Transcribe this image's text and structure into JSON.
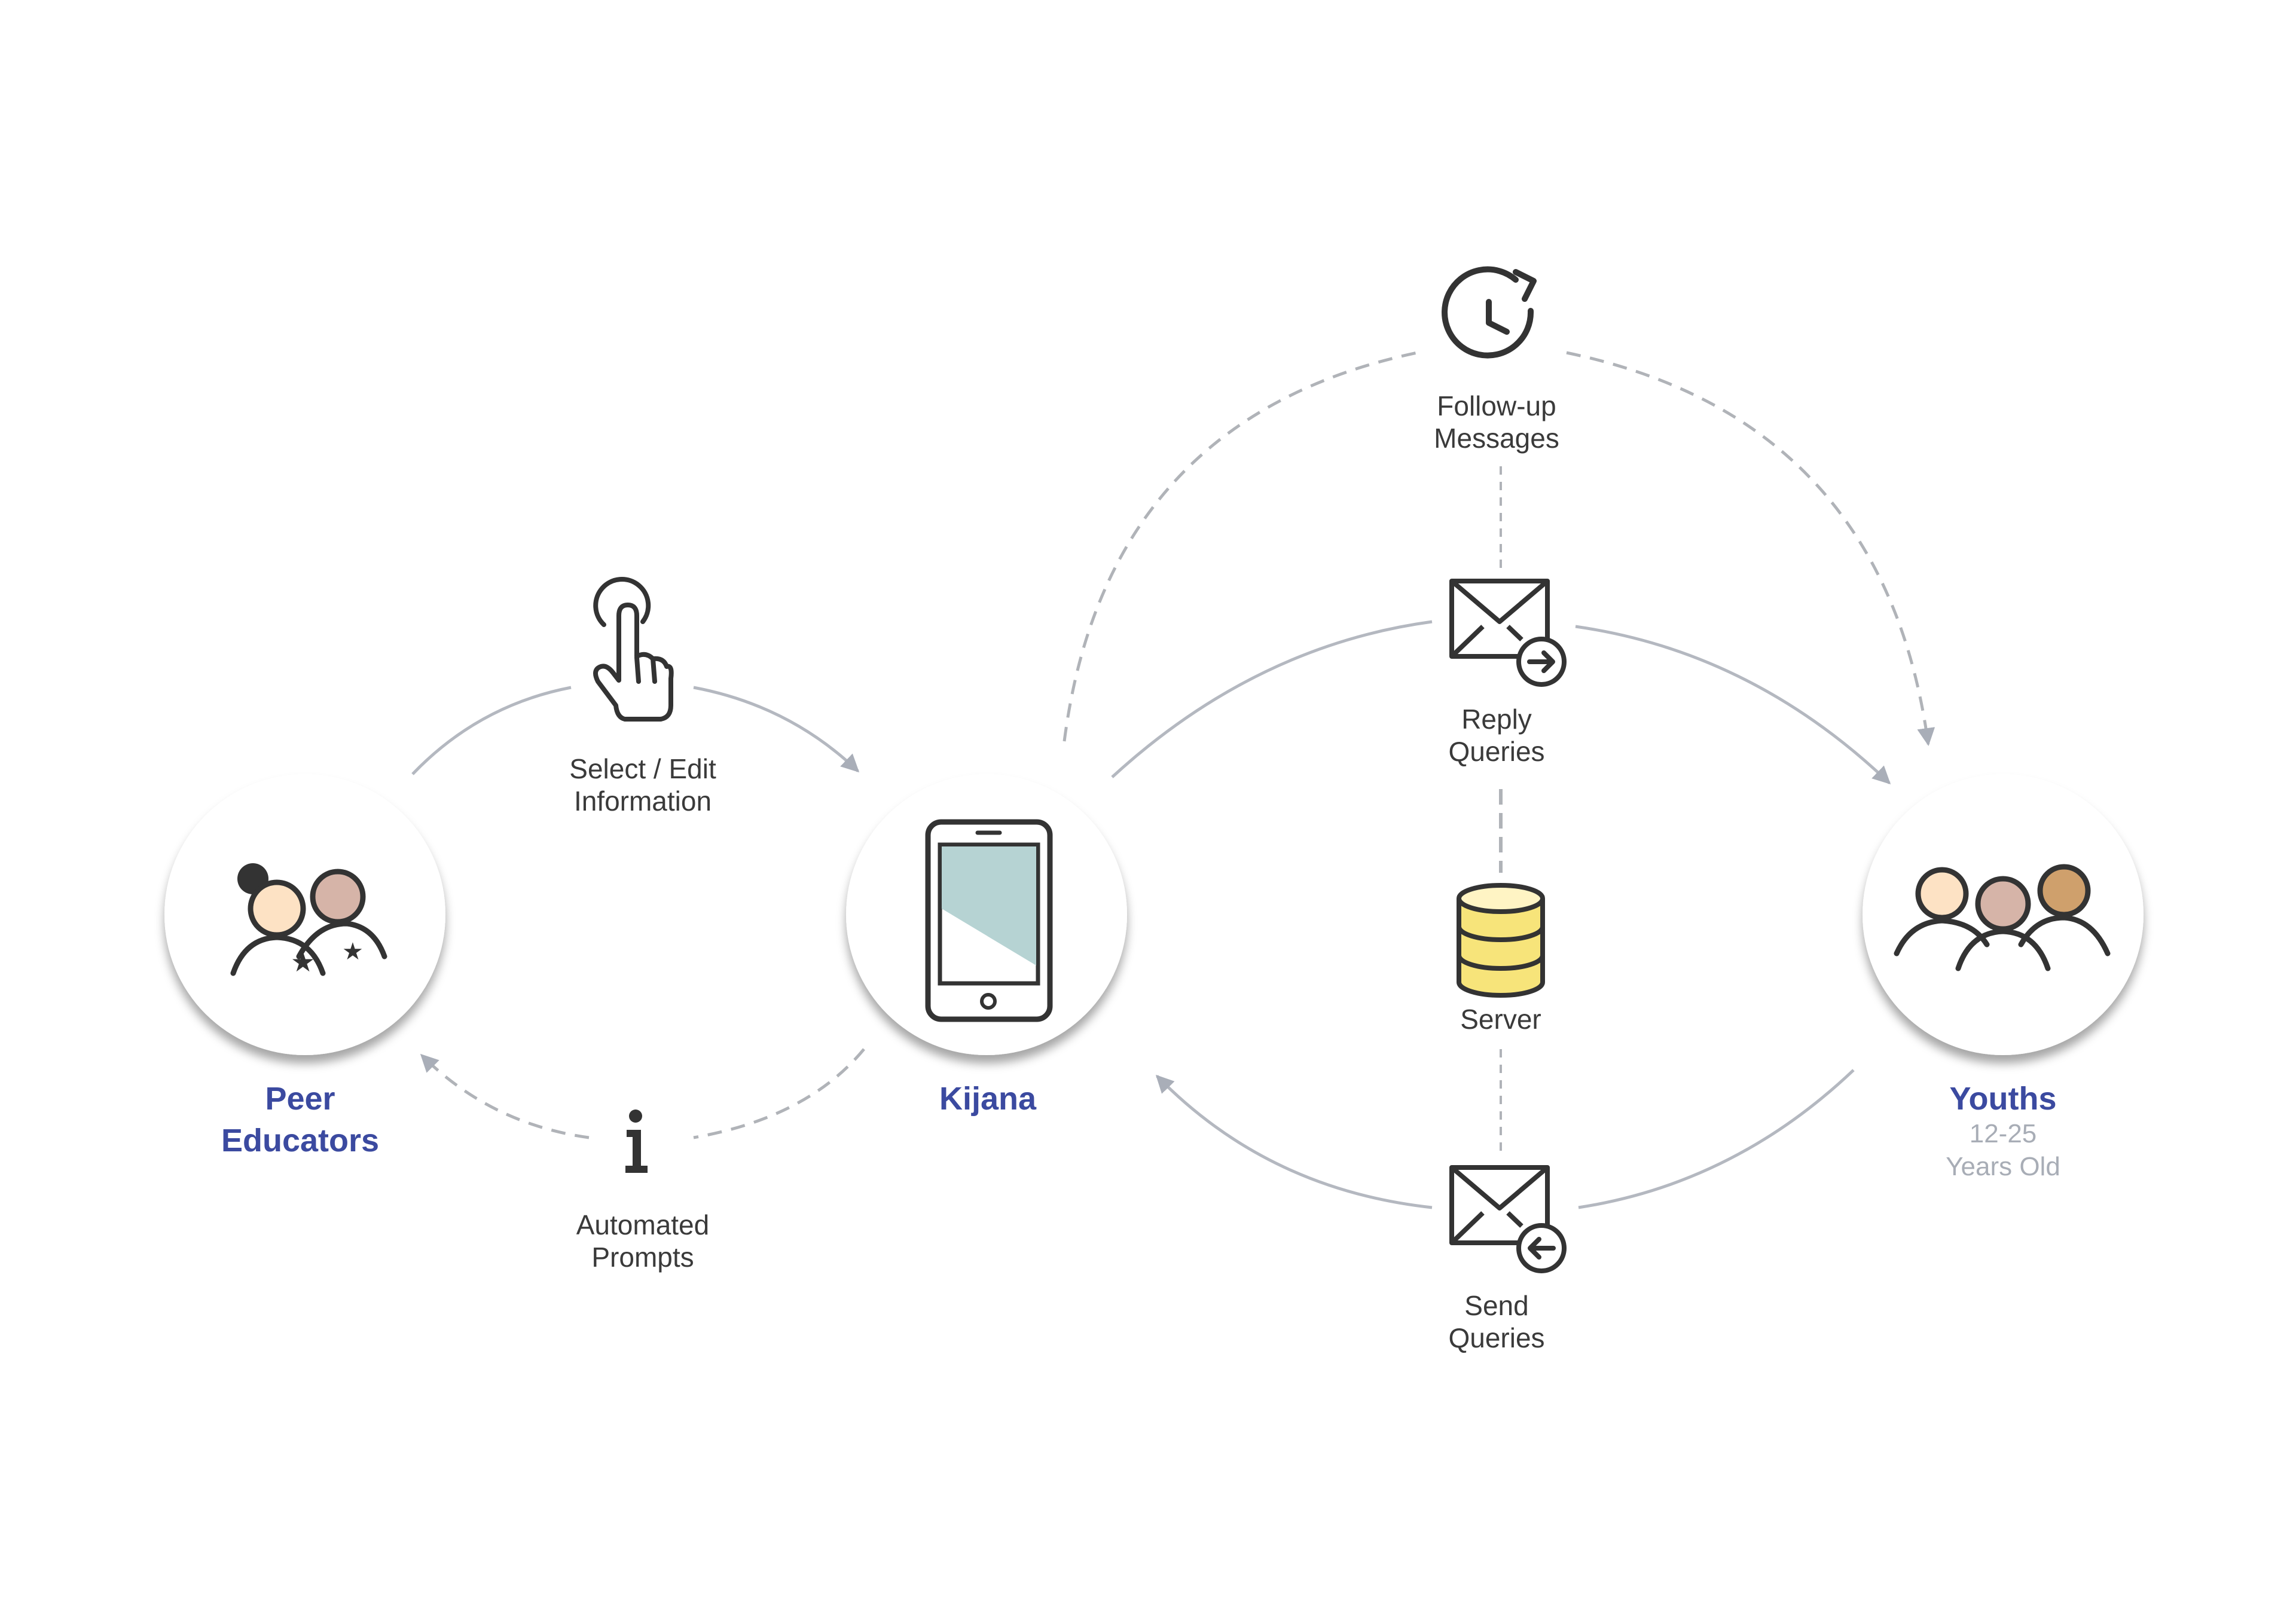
{
  "colors": {
    "accent": "#3b4aa0",
    "muted": "#a8adb6",
    "line": "#b4b8c0",
    "dashed": "#b0b3b8",
    "icon": "#333333",
    "screen": "#b6d3d3",
    "server": "#f7e47a",
    "face_light": "#fde2c4",
    "face_mid": "#d6b4a8",
    "face_dark": "#cfa06c"
  },
  "nodes": {
    "peer_educators": {
      "title_line1": "Peer",
      "title_line2": "Educators",
      "icon": "peer-educators-icon"
    },
    "kijana": {
      "title": "Kijana",
      "icon": "smartphone-icon"
    },
    "youths": {
      "title": "Youths",
      "sub_line1": "12-25",
      "sub_line2": "Years Old",
      "icon": "youths-group-icon"
    }
  },
  "labels": {
    "select_edit": {
      "line1": "Select / Edit",
      "line2": "Information",
      "icon": "tap-hand-icon"
    },
    "automated_prompts": {
      "line1": "Automated",
      "line2": "Prompts",
      "icon": "info-icon"
    },
    "follow_up": {
      "line1": "Follow-up",
      "line2": "Messages",
      "icon": "clock-refresh-icon"
    },
    "reply_queries": {
      "line1": "Reply",
      "line2": "Queries",
      "icon": "mail-send-icon"
    },
    "server": {
      "line1": "Server",
      "icon": "database-icon"
    },
    "send_queries": {
      "line1": "Send",
      "line2": "Queries",
      "icon": "mail-receive-icon"
    }
  }
}
